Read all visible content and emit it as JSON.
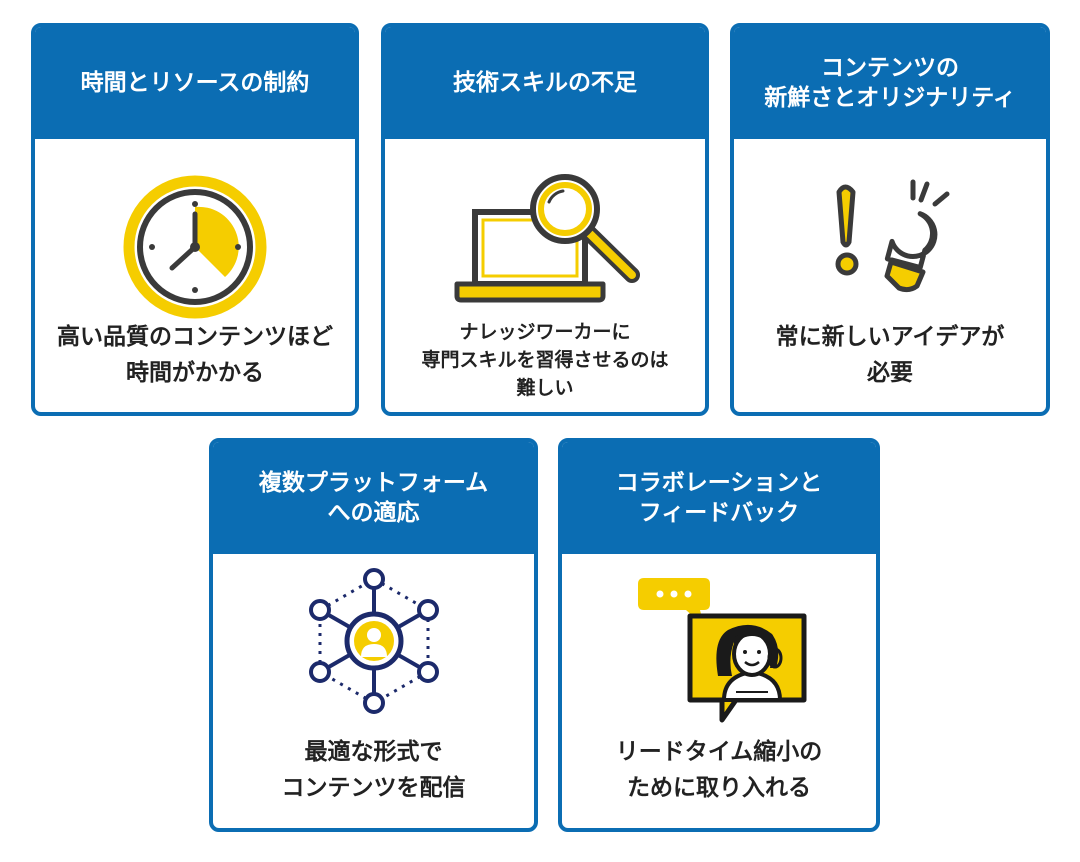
{
  "cards": [
    {
      "title": "時間とリソースの制約",
      "description": "高い品質のコンテンツほど\n時間がかかる",
      "icon": "clock-icon"
    },
    {
      "title": "技術スキルの不足",
      "description": "ナレッジワーカーに\n専門スキルを習得させるのは\n難しい",
      "icon": "laptop-magnifier-icon"
    },
    {
      "title": "コンテンツの\n新鮮さとオリジナリティ",
      "description": "常に新しいアイデアが\n必要",
      "icon": "exclamation-lightbulb-icon"
    },
    {
      "title": "複数プラットフォーム\nへの適応",
      "description": "最適な形式で\nコンテンツを配信",
      "icon": "network-user-icon"
    },
    {
      "title": "コラボレーションと\nフィードバック",
      "description": "リードタイム縮小の\nために取り入れる",
      "icon": "chat-person-icon"
    }
  ],
  "colors": {
    "primary": "#0b6db3",
    "accent": "#f5cd00",
    "dark": "#2b2b2b",
    "navy": "#1c2a6b"
  }
}
